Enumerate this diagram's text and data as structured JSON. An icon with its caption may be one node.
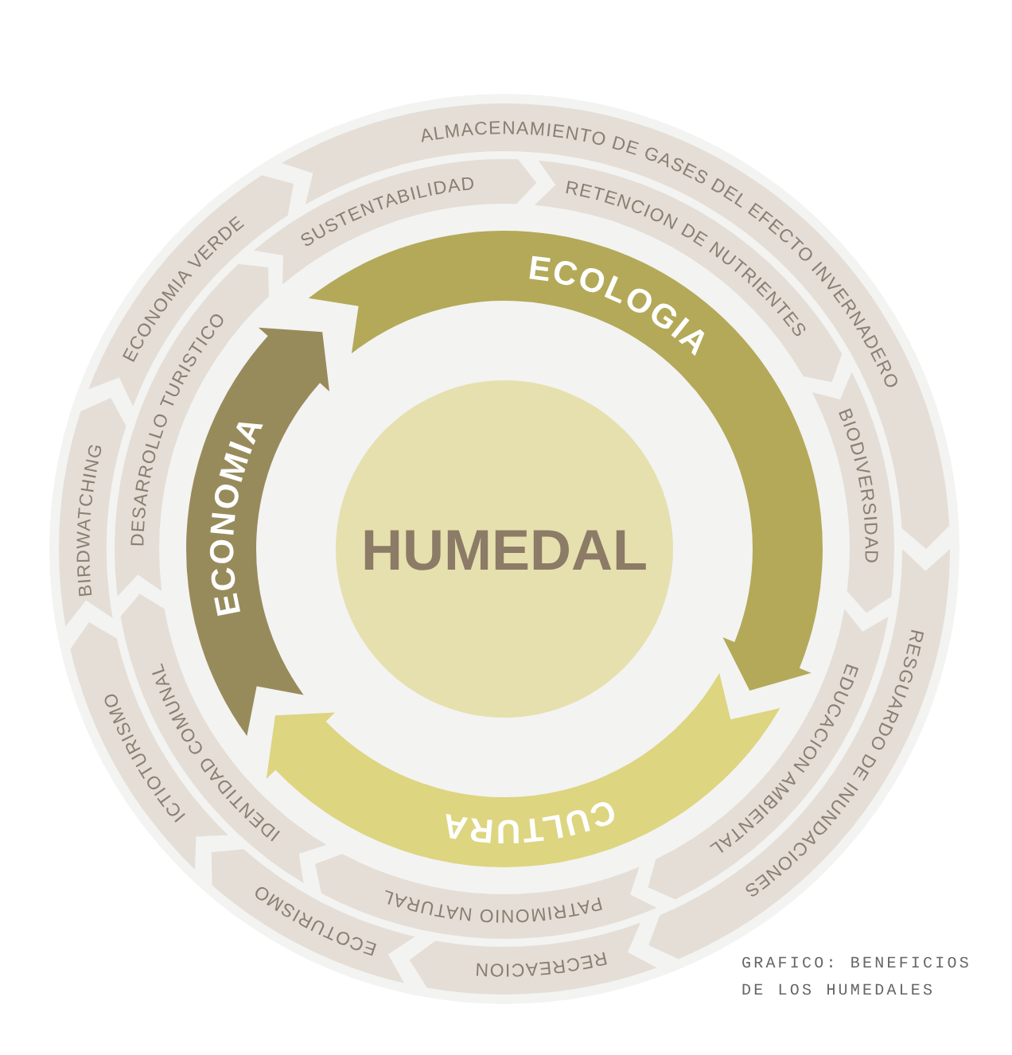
{
  "diagram": {
    "caption": "GRAFICO: BENEFICIOS DE LOS HUMEDALES",
    "nodes": [
      {
        "text": [
          "ALMACENAMIENTO DE GASES DEL EFECTO INVERNADERO"
        ]
      },
      {
        "text": [
          "RESGUARDO DE INUNDACIONES"
        ]
      },
      {
        "text": [
          "RECREACION"
        ]
      },
      {
        "text": [
          "ECOTURISMO"
        ]
      },
      {
        "text": [
          "ICTIOTURISMO"
        ]
      },
      {
        "text": [
          "BIRDWATCHING"
        ]
      },
      {
        "text": [
          "ECONOMIA VERDE"
        ]
      },
      {
        "text": [
          "SUSTENTABILIDAD"
        ]
      },
      {
        "text": [
          "RETENCION DE NUTRIENTES"
        ]
      },
      {
        "text": [
          "BIODIVERSIDAD"
        ]
      },
      {
        "text": [
          "EDUCACION AMBIENTAL"
        ]
      },
      {
        "text": [
          "PATRIMONIO NATURAL"
        ]
      },
      {
        "text": [
          "IDENTIDAD COMUNAL"
        ]
      },
      {
        "text": [
          "DESARROLLO TURISTICO"
        ]
      },
      {
        "text": [
          "ECOLOGIA"
        ]
      },
      {
        "text": [
          "CULTURA"
        ]
      },
      {
        "text": [
          "ECONOMIA"
        ]
      },
      {
        "text": [
          "HUMEDAL"
        ]
      }
    ],
    "edges": []
  }
}
